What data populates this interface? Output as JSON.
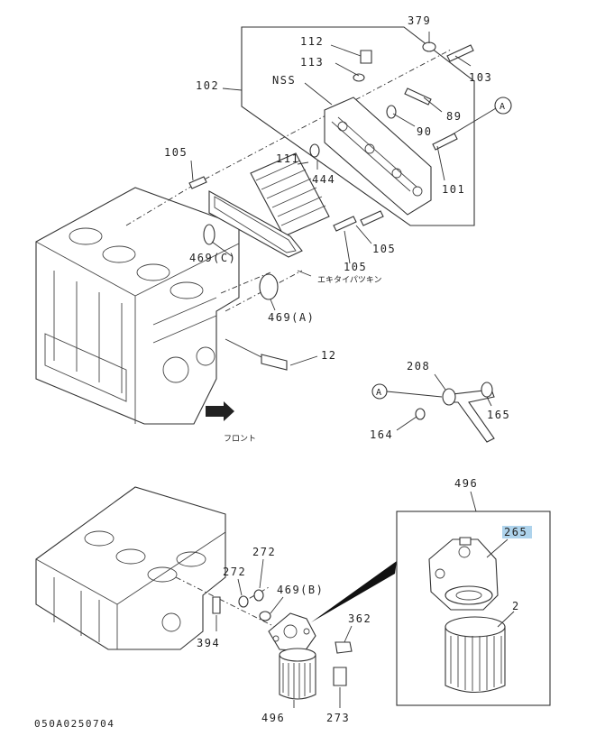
{
  "callouts": {
    "p379": "379",
    "p112": "112",
    "p113": "113",
    "p103": "103",
    "p102": "102",
    "nss": "NSS",
    "p89": "89",
    "p90": "90",
    "marker_a_top": "A",
    "p105_left": "105",
    "p111": "111",
    "p444": "444",
    "p101": "101",
    "p469c": "469(C)",
    "p105_mid": "105",
    "p105_low": "105",
    "gasket_jp": "エキタイパツキン",
    "p469a": "469(A)",
    "p12": "12",
    "p208": "208",
    "marker_a_low": "A",
    "p165": "165",
    "p164": "164",
    "front_jp": "フロント",
    "p496_top": "496",
    "p265": "265",
    "p272_upper": "272",
    "p272_lower": "272",
    "p469b": "469(B)",
    "p2": "2",
    "p362": "362",
    "p394": "394",
    "p496_bottom": "496",
    "p273": "273"
  },
  "diagram_code": "050A0250704",
  "colors": {
    "highlight": "#aed3ec",
    "line": "#333333"
  }
}
